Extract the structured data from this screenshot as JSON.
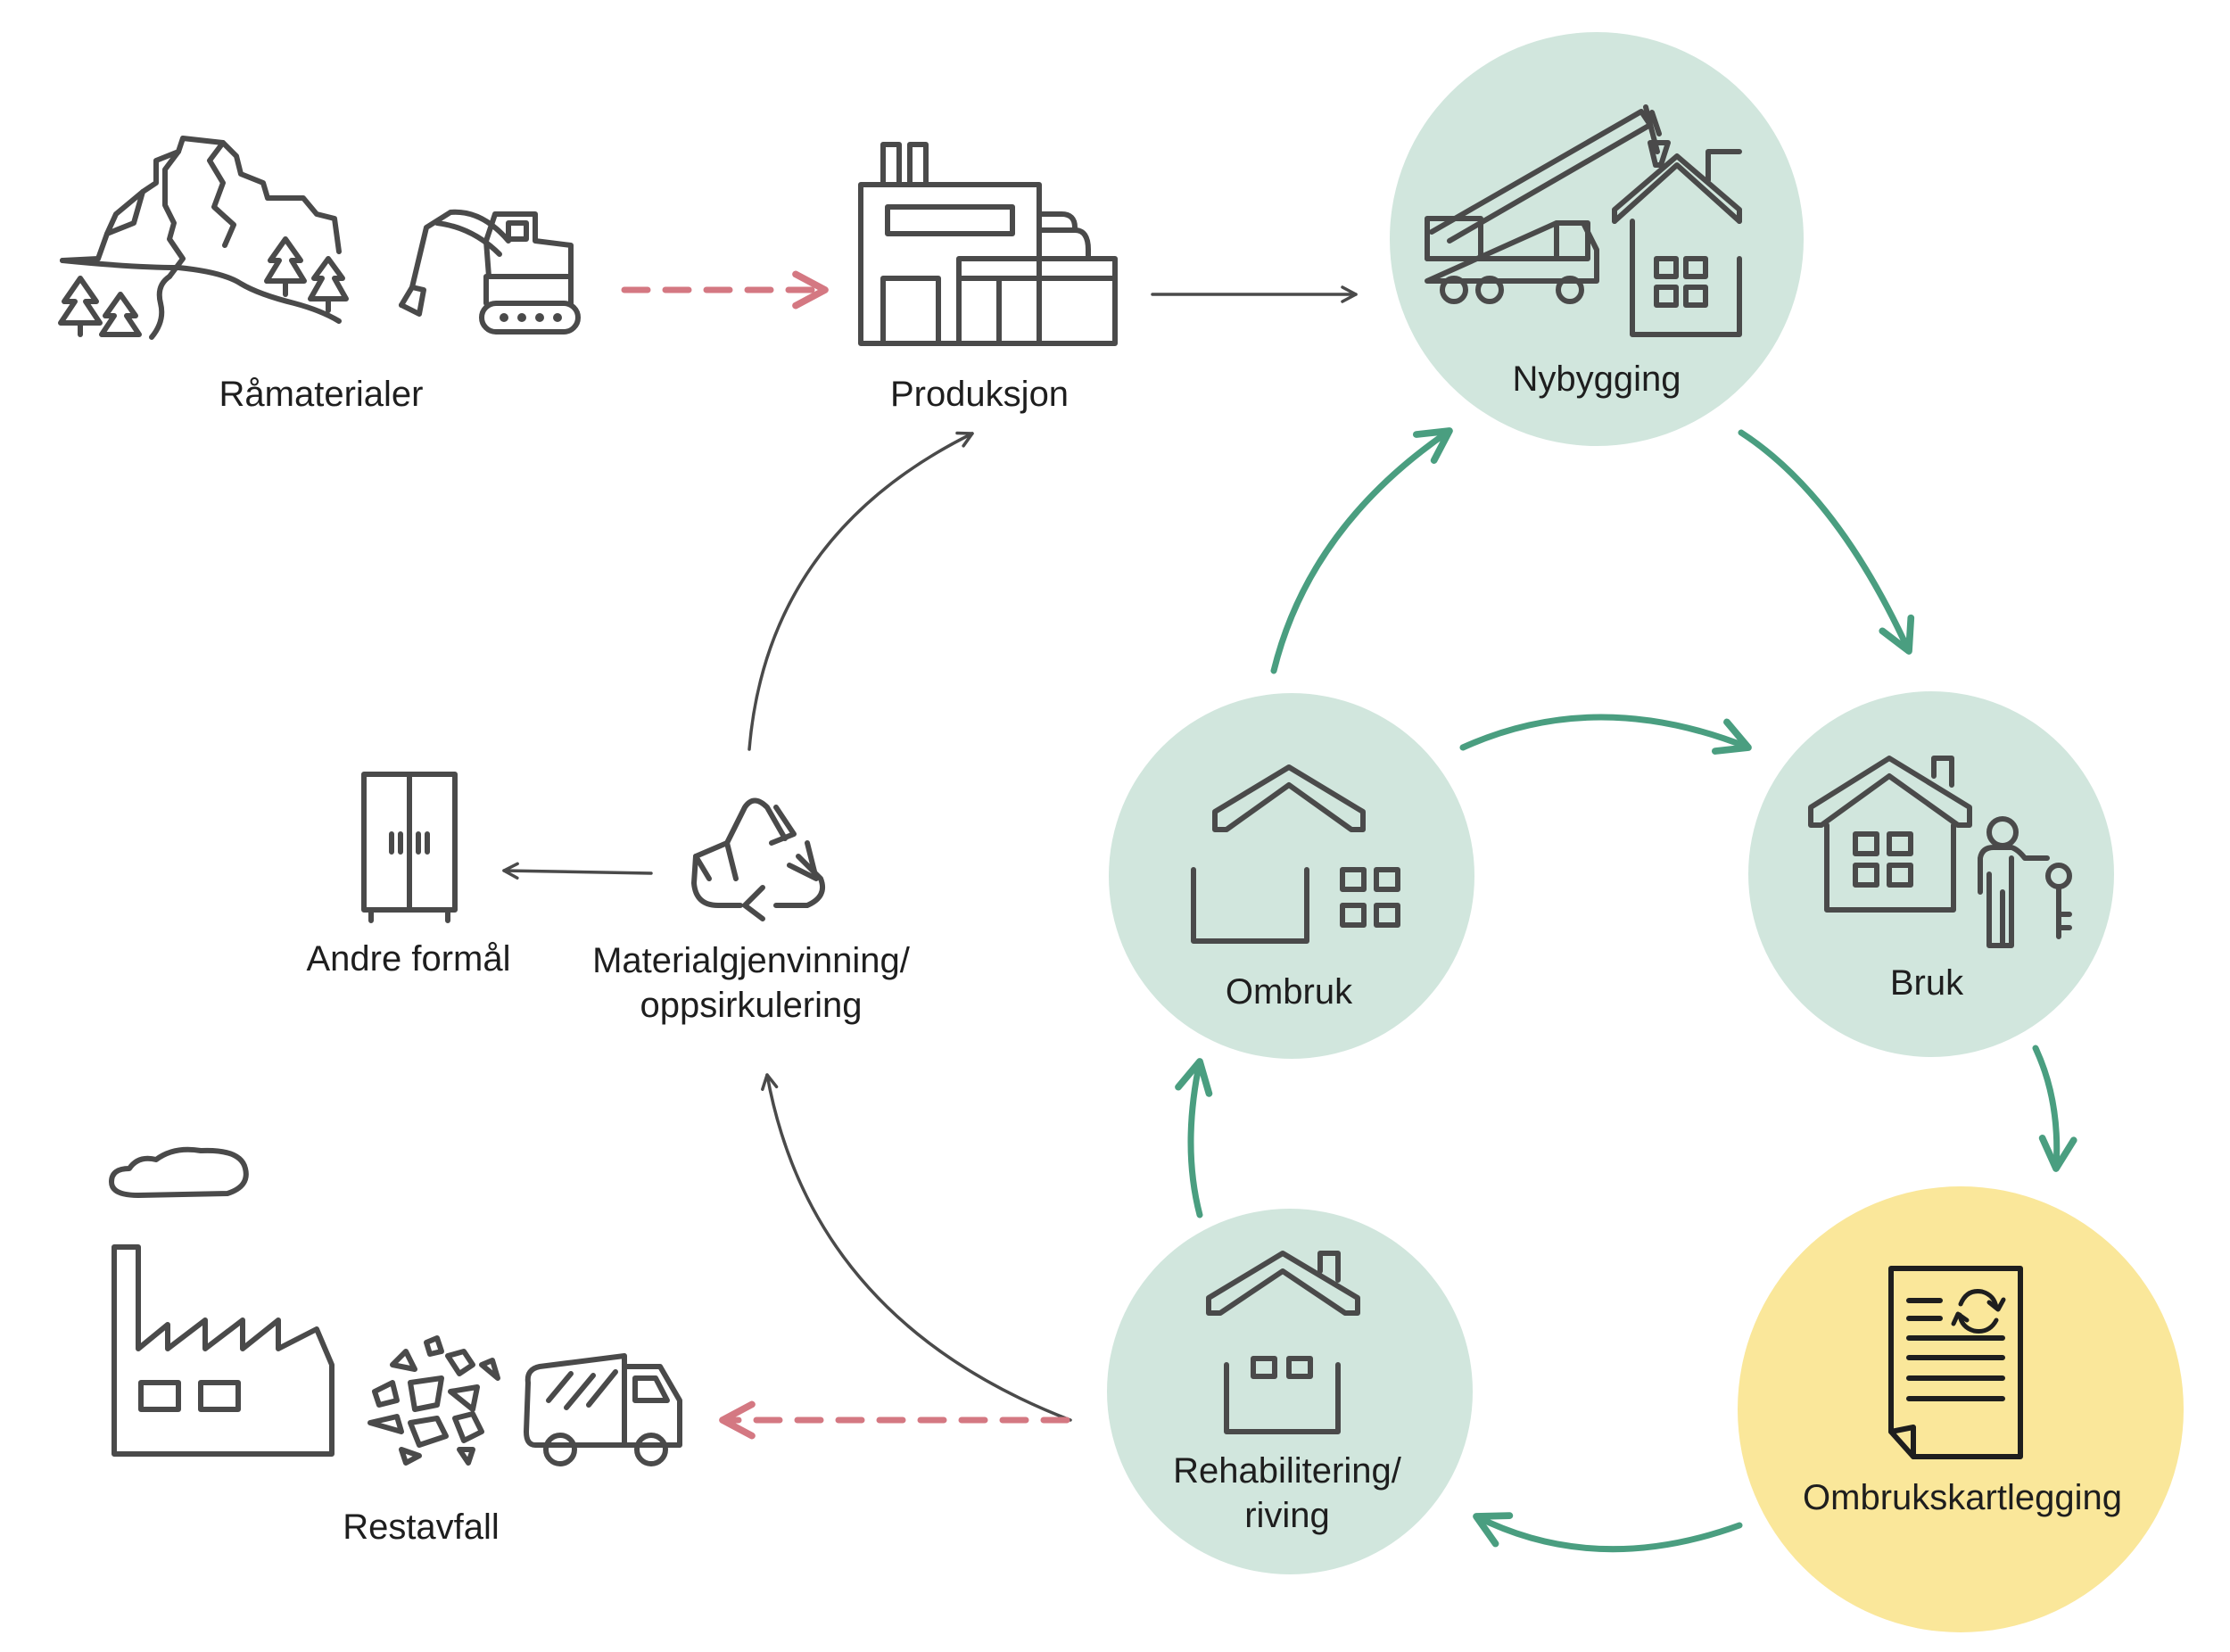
{
  "colors": {
    "circle_green": "#d1e6dd",
    "circle_yellow": "#fae79a",
    "arrow_green": "#4a9e80",
    "arrow_red": "#d47882",
    "line_grey": "#4a4a4a",
    "text": "#1e1e1e"
  },
  "nodes": {
    "ramaterialer": {
      "label": "Råmaterialer",
      "icons": [
        "mountain-icon",
        "forest-icon",
        "excavator-icon"
      ]
    },
    "produksjon": {
      "label": "Produksjon",
      "icons": [
        "factory-building-icon"
      ]
    },
    "nybygging": {
      "label": "Nybygging",
      "icons": [
        "crane-truck-icon",
        "house-construction-icon"
      ]
    },
    "bruk": {
      "label": "Bruk",
      "icons": [
        "house-icon",
        "person-key-icon"
      ]
    },
    "ombrukskartlegging": {
      "label": "Ombrukskartlegging",
      "icons": [
        "document-refresh-icon"
      ]
    },
    "rehabilitering": {
      "label_line1": "Rehabilitering/",
      "label_line2": "riving",
      "icons": [
        "house-renovation-icon"
      ]
    },
    "ombruk": {
      "label": "Ombruk",
      "icons": [
        "house-parts-icon"
      ]
    },
    "materialgjenvinning": {
      "label_line1": "Materialgjenvinning/",
      "label_line2": "oppsirkulering",
      "icons": [
        "recycle-icon"
      ]
    },
    "andre_formal": {
      "label": "Andre formål",
      "icons": [
        "cabinet-icon"
      ]
    },
    "restavfall": {
      "label": "Restavfall",
      "icons": [
        "smoke-factory-icon",
        "rubble-icon",
        "garbage-truck-icon"
      ]
    }
  },
  "edges": [
    {
      "from": "ramaterialer",
      "to": "produksjon",
      "style": "dashed-red"
    },
    {
      "from": "produksjon",
      "to": "nybygging",
      "style": "grey"
    },
    {
      "from": "nybygging",
      "to": "bruk",
      "style": "green"
    },
    {
      "from": "bruk",
      "to": "ombrukskartlegging",
      "style": "green"
    },
    {
      "from": "ombrukskartlegging",
      "to": "rehabilitering",
      "style": "green"
    },
    {
      "from": "rehabilitering",
      "to": "ombruk",
      "style": "green"
    },
    {
      "from": "ombruk",
      "to": "nybygging",
      "style": "green"
    },
    {
      "from": "ombruk",
      "to": "bruk",
      "style": "green"
    },
    {
      "from": "rehabilitering",
      "to": "materialgjenvinning",
      "style": "grey"
    },
    {
      "from": "rehabilitering",
      "to": "restavfall",
      "style": "dashed-red"
    },
    {
      "from": "materialgjenvinning",
      "to": "produksjon",
      "style": "grey"
    },
    {
      "from": "materialgjenvinning",
      "to": "andre_formal",
      "style": "grey"
    }
  ]
}
